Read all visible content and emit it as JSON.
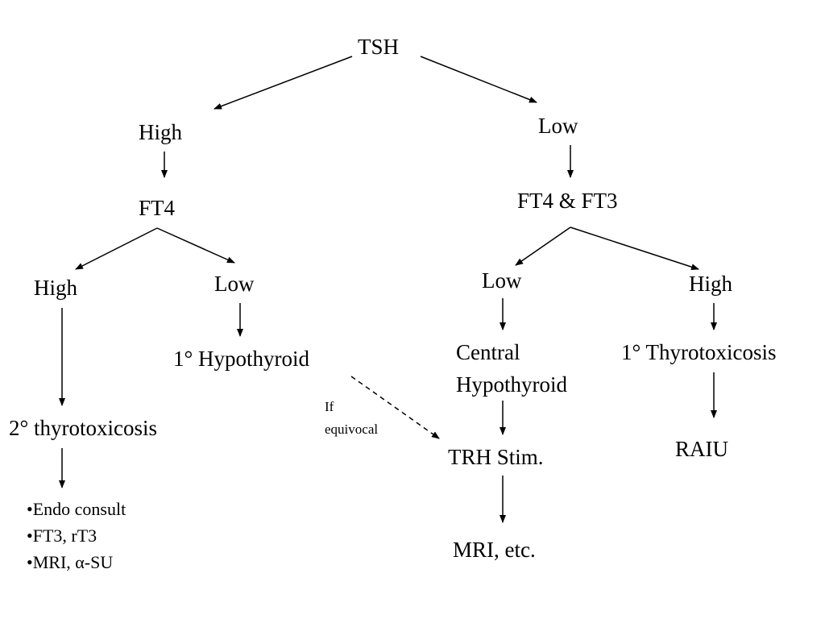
{
  "diagram": {
    "root": "TSH",
    "high_branch": {
      "label": "High",
      "test": "FT4",
      "ft4_high": {
        "label": "High",
        "result": "2° thyrotoxicosis",
        "steps": [
          "•Endo consult",
          "•FT3, rT3",
          "•MRI, α-SU"
        ]
      },
      "ft4_low": {
        "label": "Low",
        "result": "1° Hypothyroid"
      }
    },
    "low_branch": {
      "label": "Low",
      "test": "FT4 & FT3",
      "low": {
        "label": "Low",
        "result_line1": "Central",
        "result_line2": "Hypothyroid"
      },
      "high": {
        "label": "High",
        "result": "1° Thyrotoxicosis",
        "next": "RAIU"
      }
    },
    "equivocal_line1": "If",
    "equivocal_line2": "equivocal",
    "trh": "TRH Stim.",
    "mri": "MRI, etc."
  },
  "colors": {
    "ink": "#000000",
    "background": "#ffffff"
  }
}
